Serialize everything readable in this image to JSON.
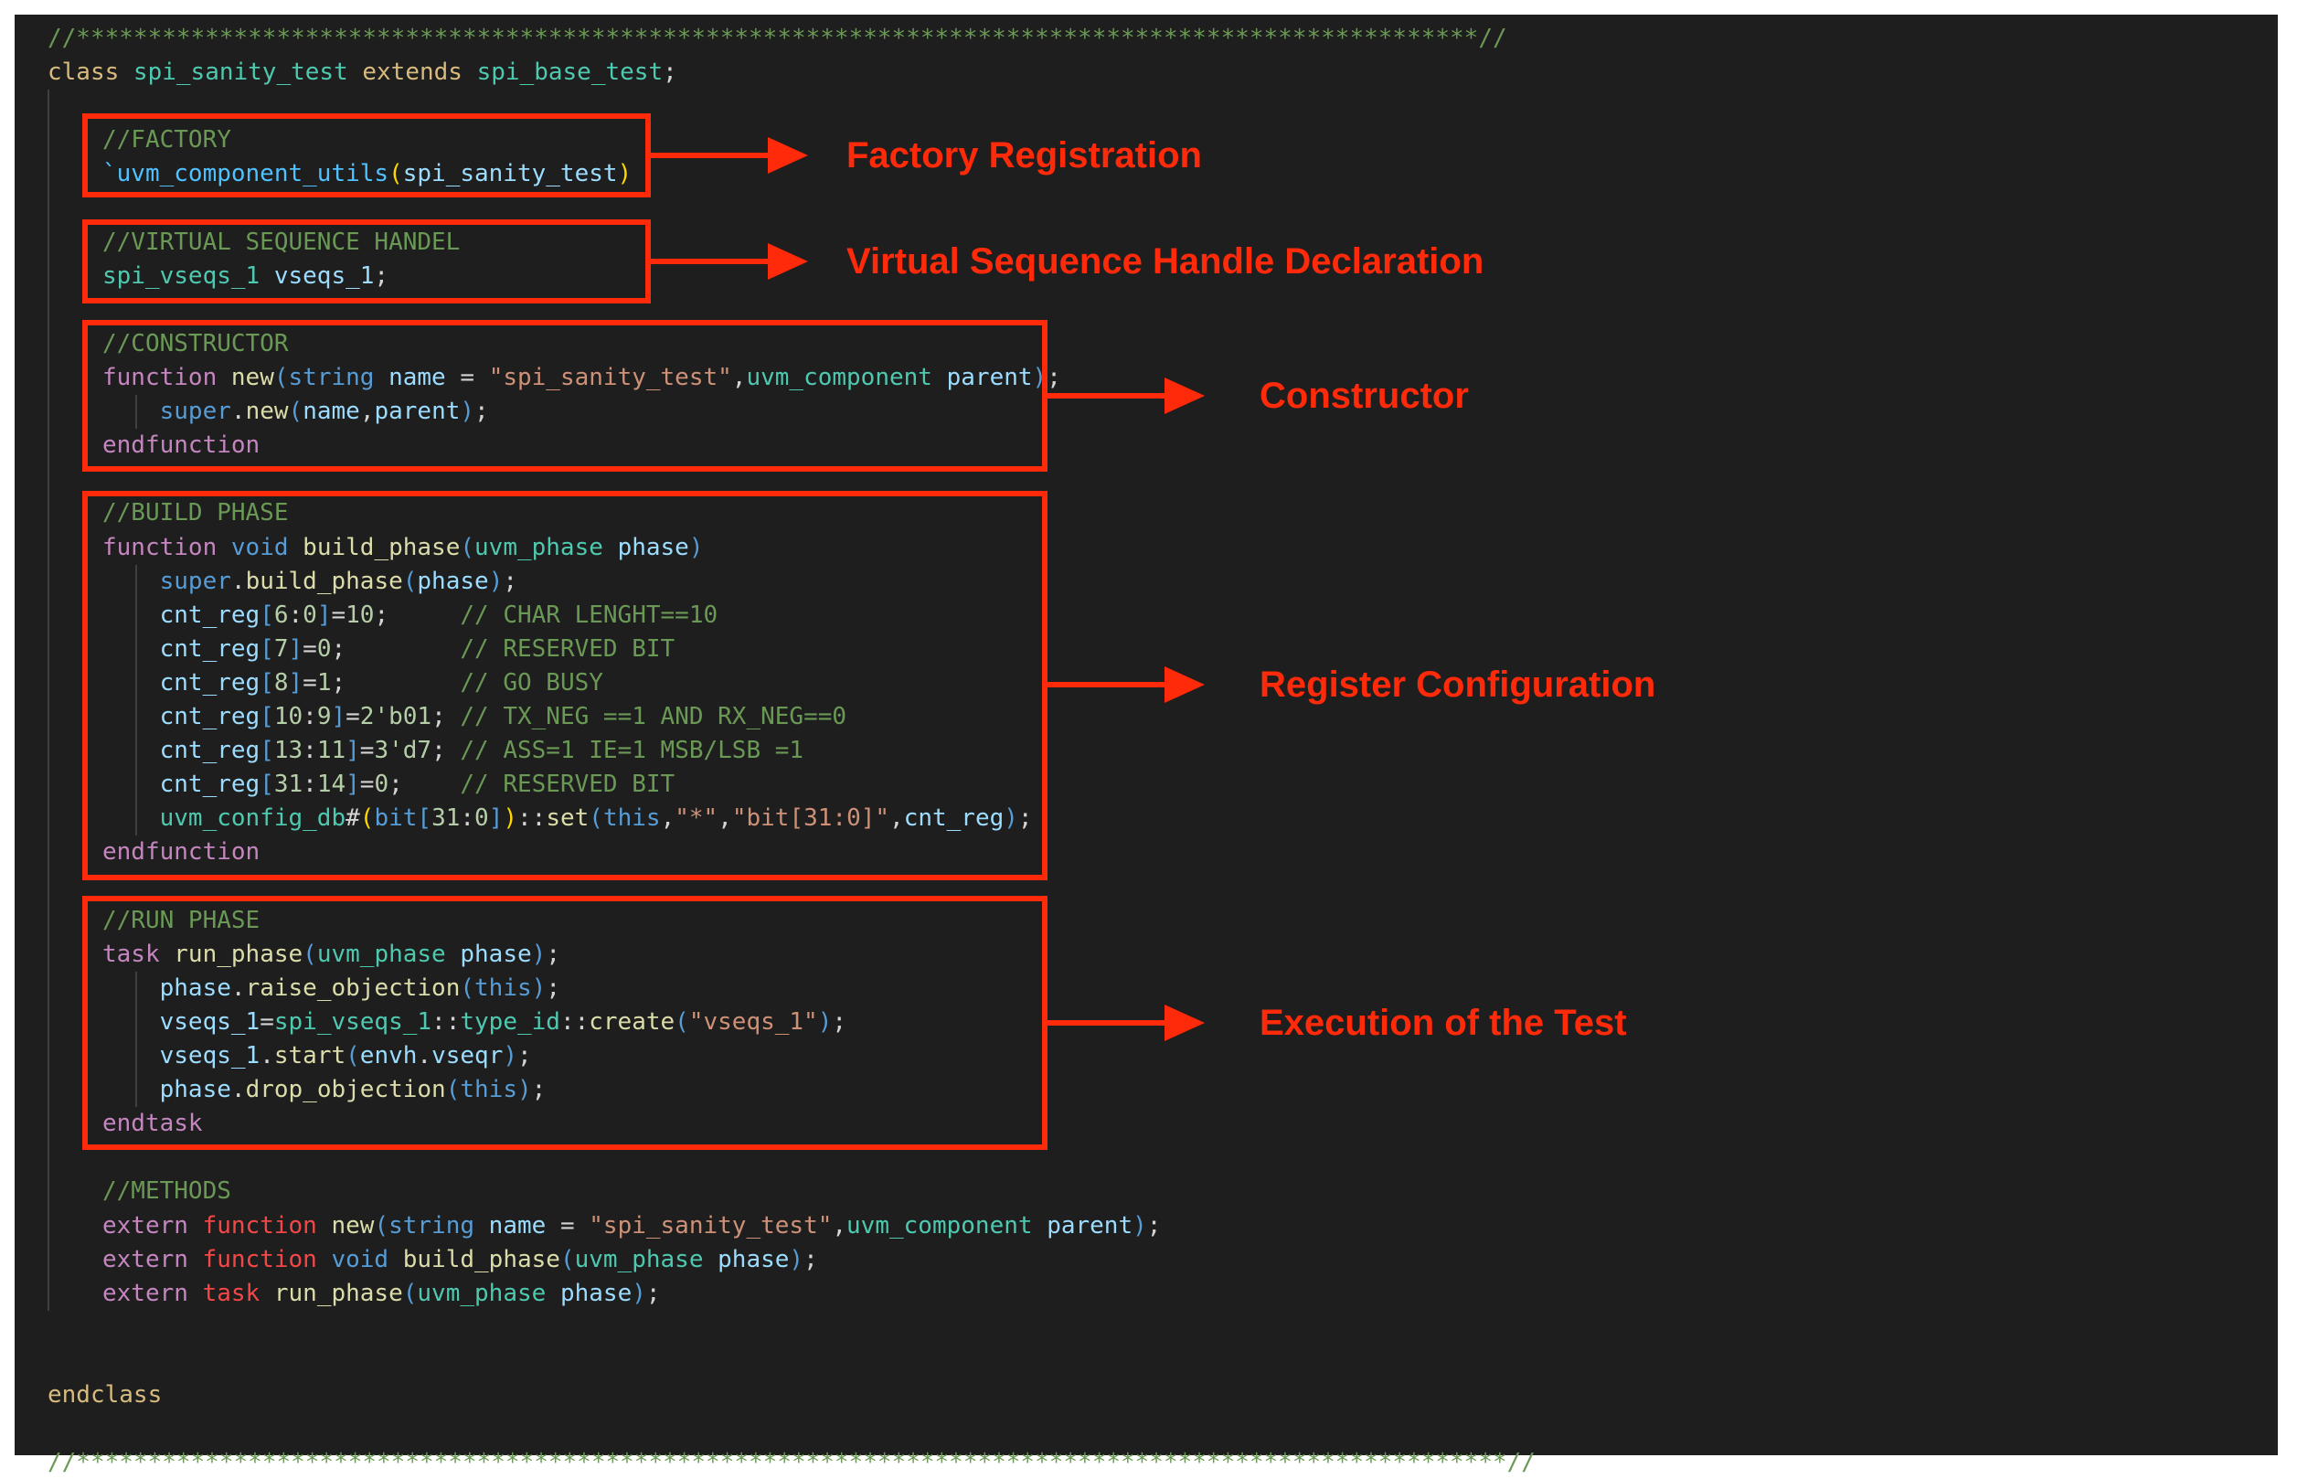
{
  "colors": {
    "editor_background": "#1e1e1e",
    "annotation_red": "#ff2a0a",
    "comment": "#6a9955",
    "keyword": "#c586c0",
    "type": "#569cd6",
    "class_name": "#4ec9b0",
    "function_name": "#dcdcaa",
    "variable": "#9cdcfe",
    "string": "#ce9178",
    "number": "#b5cea8"
  },
  "code": {
    "lines": [
      [
        [
          "c",
          "//**************************************************************************************************//"
        ]
      ],
      [
        [
          "ky",
          "class "
        ],
        [
          "cl",
          "spi_sanity_test "
        ],
        [
          "ky",
          "extends "
        ],
        [
          "cl",
          "spi_base_test"
        ],
        [
          "p",
          ";"
        ]
      ],
      [],
      [
        [
          "c",
          "//FACTORY"
        ]
      ],
      [
        [
          "m",
          "`uvm_component_utils"
        ],
        [
          "by",
          "("
        ],
        [
          "v",
          "spi_sanity_test"
        ],
        [
          "by",
          ")"
        ]
      ],
      [],
      [
        [
          "c",
          "//VIRTUAL SEQUENCE HANDEL"
        ]
      ],
      [
        [
          "cl",
          "spi_vseqs_1 "
        ],
        [
          "v",
          "vseqs_1"
        ],
        [
          "p",
          ";"
        ]
      ],
      [],
      [
        [
          "c",
          "//CONSTRUCTOR"
        ]
      ],
      [
        [
          "k",
          "function "
        ],
        [
          "f",
          "new"
        ],
        [
          "b",
          "("
        ],
        [
          "t",
          "string "
        ],
        [
          "v",
          "name "
        ],
        [
          "p",
          "= "
        ],
        [
          "s",
          "\"spi_sanity_test\""
        ],
        [
          "p",
          ","
        ],
        [
          "cl",
          "uvm_component "
        ],
        [
          "v",
          "parent"
        ],
        [
          "b",
          ")"
        ],
        [
          "p",
          ";"
        ]
      ],
      [
        [
          "p",
          "    "
        ],
        [
          "t",
          "super"
        ],
        [
          "p",
          "."
        ],
        [
          "f",
          "new"
        ],
        [
          "b",
          "("
        ],
        [
          "v",
          "name"
        ],
        [
          "p",
          ","
        ],
        [
          "v",
          "parent"
        ],
        [
          "b",
          ")"
        ],
        [
          "p",
          ";"
        ]
      ],
      [
        [
          "k",
          "endfunction"
        ]
      ],
      [],
      [
        [
          "c",
          "//BUILD PHASE"
        ]
      ],
      [
        [
          "k",
          "function "
        ],
        [
          "t",
          "void "
        ],
        [
          "f",
          "build_phase"
        ],
        [
          "b",
          "("
        ],
        [
          "cl",
          "uvm_phase "
        ],
        [
          "v",
          "phase"
        ],
        [
          "b",
          ")"
        ]
      ],
      [
        [
          "p",
          "    "
        ],
        [
          "t",
          "super"
        ],
        [
          "p",
          "."
        ],
        [
          "f",
          "build_phase"
        ],
        [
          "b",
          "("
        ],
        [
          "v",
          "phase"
        ],
        [
          "b",
          ")"
        ],
        [
          "p",
          ";"
        ]
      ],
      [
        [
          "p",
          "    "
        ],
        [
          "v",
          "cnt_reg"
        ],
        [
          "b",
          "["
        ],
        [
          "n",
          "6"
        ],
        [
          "p",
          ":"
        ],
        [
          "n",
          "0"
        ],
        [
          "b",
          "]"
        ],
        [
          "p",
          "="
        ],
        [
          "n",
          "10"
        ],
        [
          "p",
          ";     "
        ],
        [
          "c",
          "// CHAR LENGHT==10"
        ]
      ],
      [
        [
          "p",
          "    "
        ],
        [
          "v",
          "cnt_reg"
        ],
        [
          "b",
          "["
        ],
        [
          "n",
          "7"
        ],
        [
          "b",
          "]"
        ],
        [
          "p",
          "="
        ],
        [
          "n",
          "0"
        ],
        [
          "p",
          ";        "
        ],
        [
          "c",
          "// RESERVED BIT"
        ]
      ],
      [
        [
          "p",
          "    "
        ],
        [
          "v",
          "cnt_reg"
        ],
        [
          "b",
          "["
        ],
        [
          "n",
          "8"
        ],
        [
          "b",
          "]"
        ],
        [
          "p",
          "="
        ],
        [
          "n",
          "1"
        ],
        [
          "p",
          ";        "
        ],
        [
          "c",
          "// GO BUSY"
        ]
      ],
      [
        [
          "p",
          "    "
        ],
        [
          "v",
          "cnt_reg"
        ],
        [
          "b",
          "["
        ],
        [
          "n",
          "10"
        ],
        [
          "p",
          ":"
        ],
        [
          "n",
          "9"
        ],
        [
          "b",
          "]"
        ],
        [
          "p",
          "="
        ],
        [
          "n",
          "2'b01"
        ],
        [
          "p",
          "; "
        ],
        [
          "c",
          "// TX_NEG ==1 AND RX_NEG==0"
        ]
      ],
      [
        [
          "p",
          "    "
        ],
        [
          "v",
          "cnt_reg"
        ],
        [
          "b",
          "["
        ],
        [
          "n",
          "13"
        ],
        [
          "p",
          ":"
        ],
        [
          "n",
          "11"
        ],
        [
          "b",
          "]"
        ],
        [
          "p",
          "="
        ],
        [
          "n",
          "3'd7"
        ],
        [
          "p",
          "; "
        ],
        [
          "c",
          "// ASS=1 IE=1 MSB/LSB =1"
        ]
      ],
      [
        [
          "p",
          "    "
        ],
        [
          "v",
          "cnt_reg"
        ],
        [
          "b",
          "["
        ],
        [
          "n",
          "31"
        ],
        [
          "p",
          ":"
        ],
        [
          "n",
          "14"
        ],
        [
          "b",
          "]"
        ],
        [
          "p",
          "="
        ],
        [
          "n",
          "0"
        ],
        [
          "p",
          ";    "
        ],
        [
          "c",
          "// RESERVED BIT"
        ]
      ],
      [
        [
          "p",
          "    "
        ],
        [
          "cl",
          "uvm_config_db"
        ],
        [
          "p",
          "#"
        ],
        [
          "by",
          "("
        ],
        [
          "t",
          "bit"
        ],
        [
          "b",
          "["
        ],
        [
          "n",
          "31"
        ],
        [
          "p",
          ":"
        ],
        [
          "n",
          "0"
        ],
        [
          "b",
          "]"
        ],
        [
          "by",
          ")"
        ],
        [
          "p",
          "::"
        ],
        [
          "f",
          "set"
        ],
        [
          "b",
          "("
        ],
        [
          "t",
          "this"
        ],
        [
          "p",
          ","
        ],
        [
          "s",
          "\"*\""
        ],
        [
          "p",
          ","
        ],
        [
          "s",
          "\"bit[31:0]\""
        ],
        [
          "p",
          ","
        ],
        [
          "v",
          "cnt_reg"
        ],
        [
          "b",
          ")"
        ],
        [
          "p",
          ";"
        ]
      ],
      [
        [
          "k",
          "endfunction"
        ]
      ],
      [],
      [
        [
          "c",
          "//RUN PHASE"
        ]
      ],
      [
        [
          "k",
          "task "
        ],
        [
          "f",
          "run_phase"
        ],
        [
          "b",
          "("
        ],
        [
          "cl",
          "uvm_phase "
        ],
        [
          "v",
          "phase"
        ],
        [
          "b",
          ")"
        ],
        [
          "p",
          ";"
        ]
      ],
      [
        [
          "p",
          "    "
        ],
        [
          "v",
          "phase"
        ],
        [
          "p",
          "."
        ],
        [
          "f",
          "raise_objection"
        ],
        [
          "b",
          "("
        ],
        [
          "t",
          "this"
        ],
        [
          "b",
          ")"
        ],
        [
          "p",
          ";"
        ]
      ],
      [
        [
          "p",
          "    "
        ],
        [
          "v",
          "vseqs_1"
        ],
        [
          "p",
          "="
        ],
        [
          "cl",
          "spi_vseqs_1"
        ],
        [
          "p",
          "::"
        ],
        [
          "cl",
          "type_id"
        ],
        [
          "p",
          "::"
        ],
        [
          "f",
          "create"
        ],
        [
          "b",
          "("
        ],
        [
          "s",
          "\"vseqs_1\""
        ],
        [
          "b",
          ")"
        ],
        [
          "p",
          ";"
        ]
      ],
      [
        [
          "p",
          "    "
        ],
        [
          "v",
          "vseqs_1"
        ],
        [
          "p",
          "."
        ],
        [
          "f",
          "start"
        ],
        [
          "b",
          "("
        ],
        [
          "v",
          "envh"
        ],
        [
          "p",
          "."
        ],
        [
          "v",
          "vseqr"
        ],
        [
          "b",
          ")"
        ],
        [
          "p",
          ";"
        ]
      ],
      [
        [
          "p",
          "    "
        ],
        [
          "v",
          "phase"
        ],
        [
          "p",
          "."
        ],
        [
          "f",
          "drop_objection"
        ],
        [
          "b",
          "("
        ],
        [
          "t",
          "this"
        ],
        [
          "b",
          ")"
        ],
        [
          "p",
          ";"
        ]
      ],
      [
        [
          "k",
          "endtask"
        ]
      ],
      [],
      [
        [
          "c",
          "//METHODS"
        ]
      ],
      [
        [
          "k",
          "extern "
        ],
        [
          "e",
          "function "
        ],
        [
          "f",
          "new"
        ],
        [
          "b",
          "("
        ],
        [
          "t",
          "string "
        ],
        [
          "v",
          "name "
        ],
        [
          "p",
          "= "
        ],
        [
          "s",
          "\"spi_sanity_test\""
        ],
        [
          "p",
          ","
        ],
        [
          "cl",
          "uvm_component "
        ],
        [
          "v",
          "parent"
        ],
        [
          "b",
          ")"
        ],
        [
          "p",
          ";"
        ]
      ],
      [
        [
          "k",
          "extern "
        ],
        [
          "e",
          "function "
        ],
        [
          "t",
          "void "
        ],
        [
          "f",
          "build_phase"
        ],
        [
          "b",
          "("
        ],
        [
          "cl",
          "uvm_phase "
        ],
        [
          "v",
          "phase"
        ],
        [
          "b",
          ")"
        ],
        [
          "p",
          ";"
        ]
      ],
      [
        [
          "k",
          "extern "
        ],
        [
          "e",
          "task "
        ],
        [
          "f",
          "run_phase"
        ],
        [
          "b",
          "("
        ],
        [
          "cl",
          "uvm_phase "
        ],
        [
          "v",
          "phase"
        ],
        [
          "b",
          ")"
        ],
        [
          "p",
          ";"
        ]
      ],
      [],
      [],
      [
        [
          "ky",
          "endclass"
        ]
      ],
      [],
      [
        [
          "c",
          "//****************************************************************************************************//"
        ]
      ]
    ]
  },
  "annotations": {
    "factory": "Factory Registration",
    "vseq": "Virtual Sequence Handle Declaration",
    "constructor": "Constructor",
    "register": "Register Configuration",
    "execution": "Execution of the Test"
  }
}
